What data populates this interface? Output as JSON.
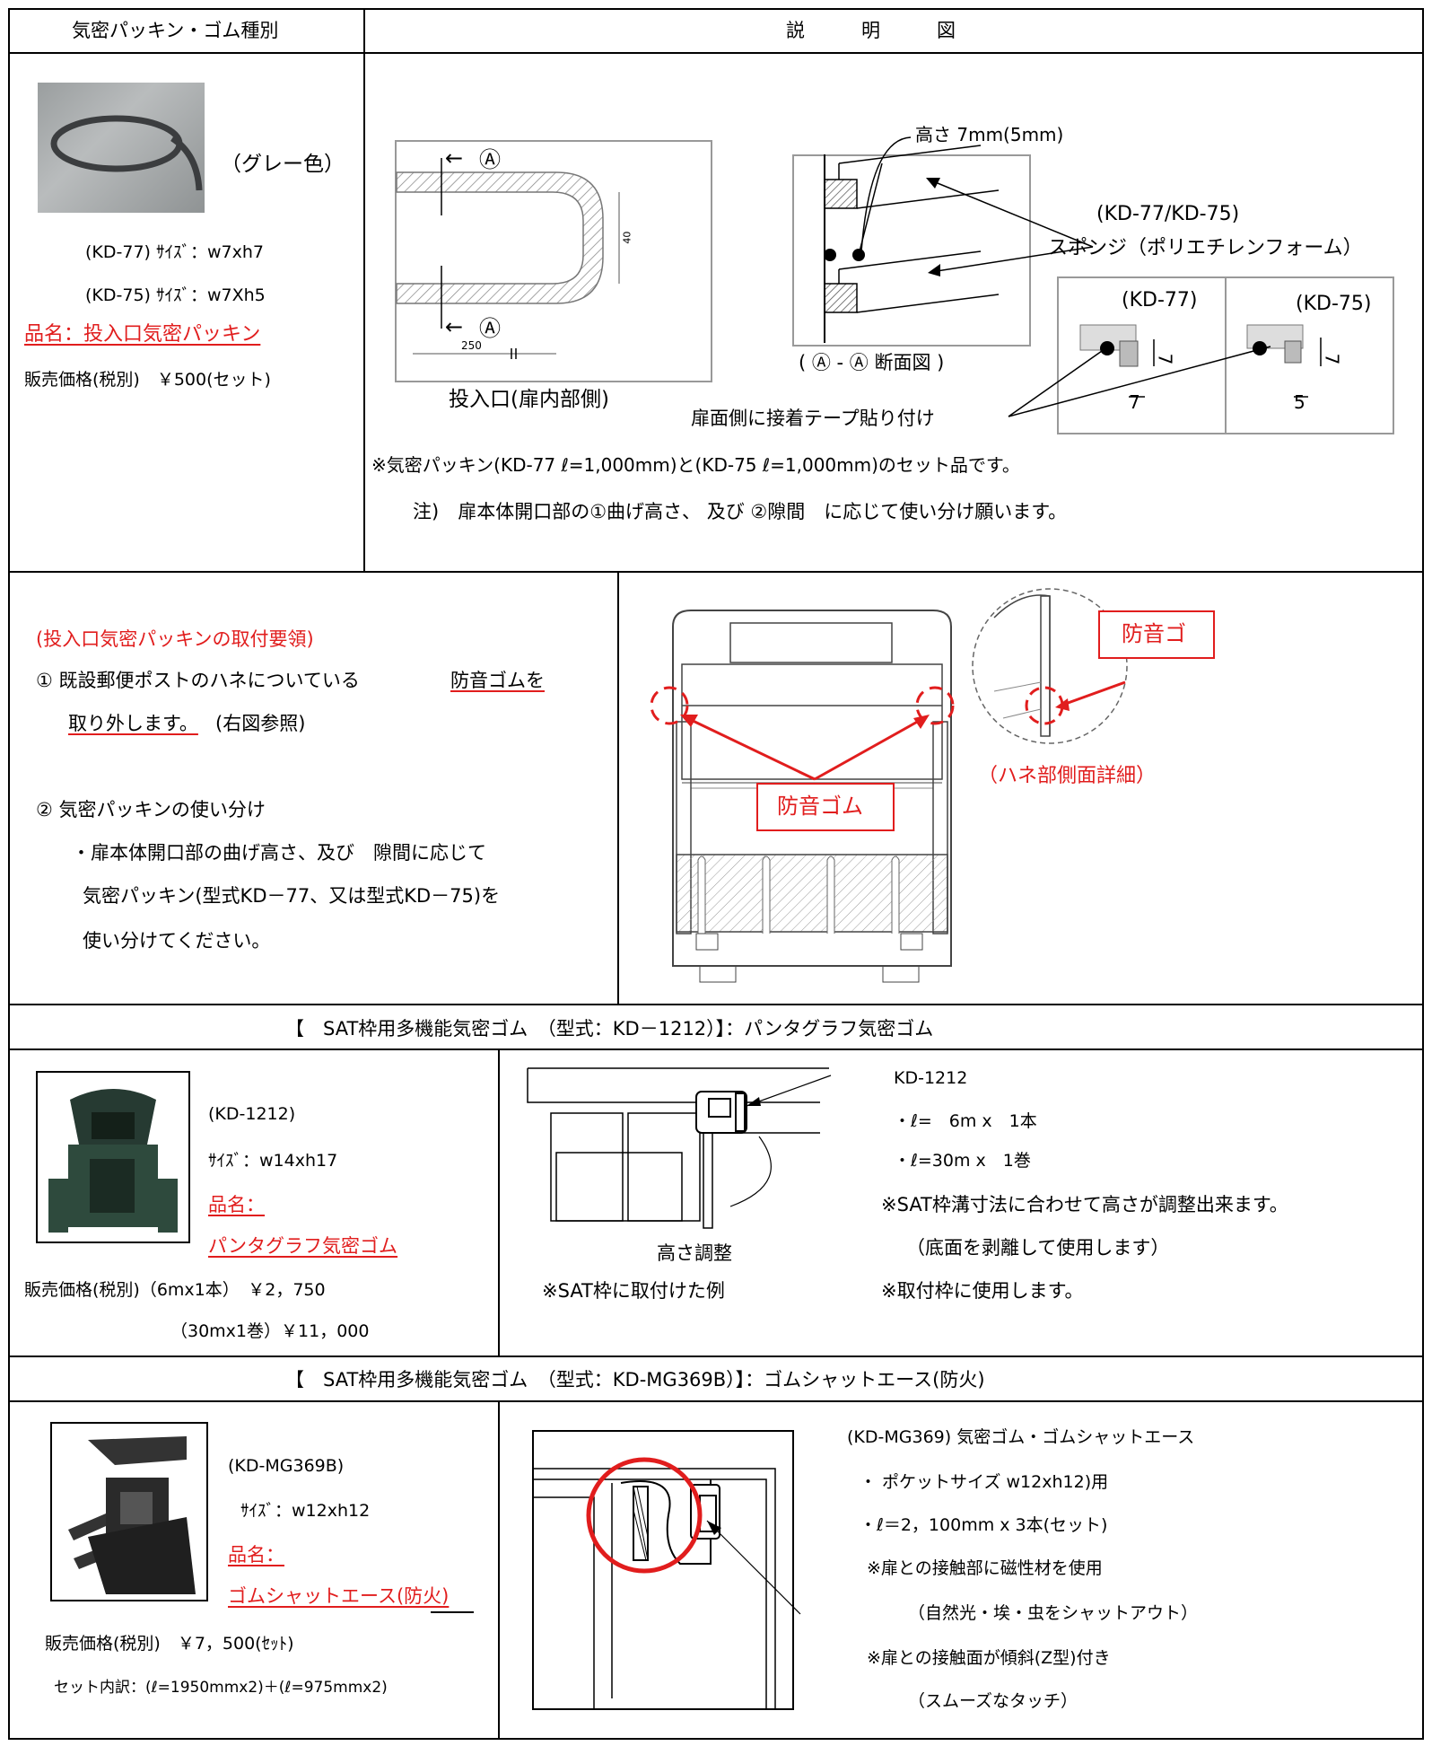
{
  "header": {
    "col1": "気密パッキン・ゴム種別",
    "col2": "説　　　明　　　図"
  },
  "sec1": {
    "color_label": "（グレー色）",
    "size_kd77": "(KD-77) ｻｲｽﾞ：w7xh7",
    "size_kd75": "(KD-75) ｻｲｽﾞ：w7Xh5",
    "product_name": "品名：投入口気密パッキン",
    "price": "販売価格(税別)　￥500(セット)",
    "diagram": {
      "mark_a_top": "Ⓐ",
      "mark_a_bottom": "Ⓐ",
      "dim_40": "40",
      "dim_250": "250",
      "inlet_caption": "投入口(扉内部側)",
      "height_label": "高さ 7mm(5mm)",
      "section_caption": "( Ⓐ - Ⓐ 断面図 )",
      "kd_pair": "(KD-77/KD-75)",
      "sponge_label": "スポンジ（ポリエチレンフォーム）",
      "kd77": "(KD-77)",
      "kd75": "(KD-75)",
      "dim_7a": "7",
      "dim_7b": "7",
      "dim_7c": "7",
      "dim_5": "5",
      "tape_label": "扉面側に接着テープ貼り付け",
      "note1": "※気密パッキン(KD-77 ℓ=1,000mm)と(KD-75 ℓ=1,000mm)のセット品です。",
      "note2": "注)　扉本体開口部の①曲げ高さ、 及び ②隙間　に応じて使い分け願います。"
    }
  },
  "sec2": {
    "title": "(投入口気密パッキンの取付要領)",
    "step1_a": "① 既設郵便ポストのハネについている",
    "step1_b": "防音ゴムを",
    "step1_c": "取り外します。",
    "step1_d": "(右図参照)",
    "step2": "② 気密パッキンの使い分け",
    "step2_l1": "・扉本体開口部の曲げ高さ、及び　隙間に応じて",
    "step2_l2": "気密パッキン(型式KD－77、又は型式KD－75)を",
    "step2_l3": "使い分けてください。",
    "label_rubber": "防音ゴム",
    "label_rubber_cut": "防音ゴ",
    "label_detail": "（ハネ部側面詳細）"
  },
  "sec3": {
    "title": "【　SAT枠用多機能気密ゴム　（型式：KD－1212）】：パンタグラフ気密ゴム",
    "model": "(KD-1212)",
    "size": "ｻｲｽﾞ：w14xh17",
    "name1": "品名：",
    "name2": "パンタグラフ気密ゴム",
    "price1": "販売価格(税別)（6mx1本）　￥2，750",
    "price2": "（30mx1巻）￥11，000",
    "height_adjust": "高さ調整",
    "example": "※SAT枠に取付けた例",
    "spec_model": "KD-1212",
    "spec1": "・ℓ=　6m x　1本",
    "spec2": "・ℓ=30m x　1巻",
    "spec3": "※SAT枠溝寸法に合わせて高さが調整出来ます。",
    "spec4": "（底面を剥離して使用します）",
    "spec5": "※取付枠に使用します。"
  },
  "sec4": {
    "title": "【　SAT枠用多機能気密ゴム　（型式：KD-MG369B）】：ゴムシャットエース(防火)",
    "model": "(KD-MG369B)",
    "size": "ｻｲｽﾞ：w12xh12",
    "name1": "品名：",
    "name2": "ゴムシャットエース(防火)",
    "price": "販売価格(税別)　￥7，500(ｾｯﾄ)",
    "breakdown": "セット内訳：(ℓ=1950mmx2)＋(ℓ=975mmx2)",
    "spec_title": "(KD-MG369) 気密ゴム・ゴムシャットエース",
    "spec1": "・ ポケットサイズ w12xh12)用",
    "spec2": "・ℓ＝2，100mm x 3本(セット)",
    "spec3": "※扉との接触部に磁性材を使用",
    "spec4": "（自然光・埃・虫をシャットアウト）",
    "spec5": "※扉との接触面が傾斜(Z型)付き",
    "spec6": "（スムーズなタッチ）"
  },
  "colors": {
    "accent": "#e11d1d",
    "line": "#000000",
    "hatch": "#888888"
  }
}
